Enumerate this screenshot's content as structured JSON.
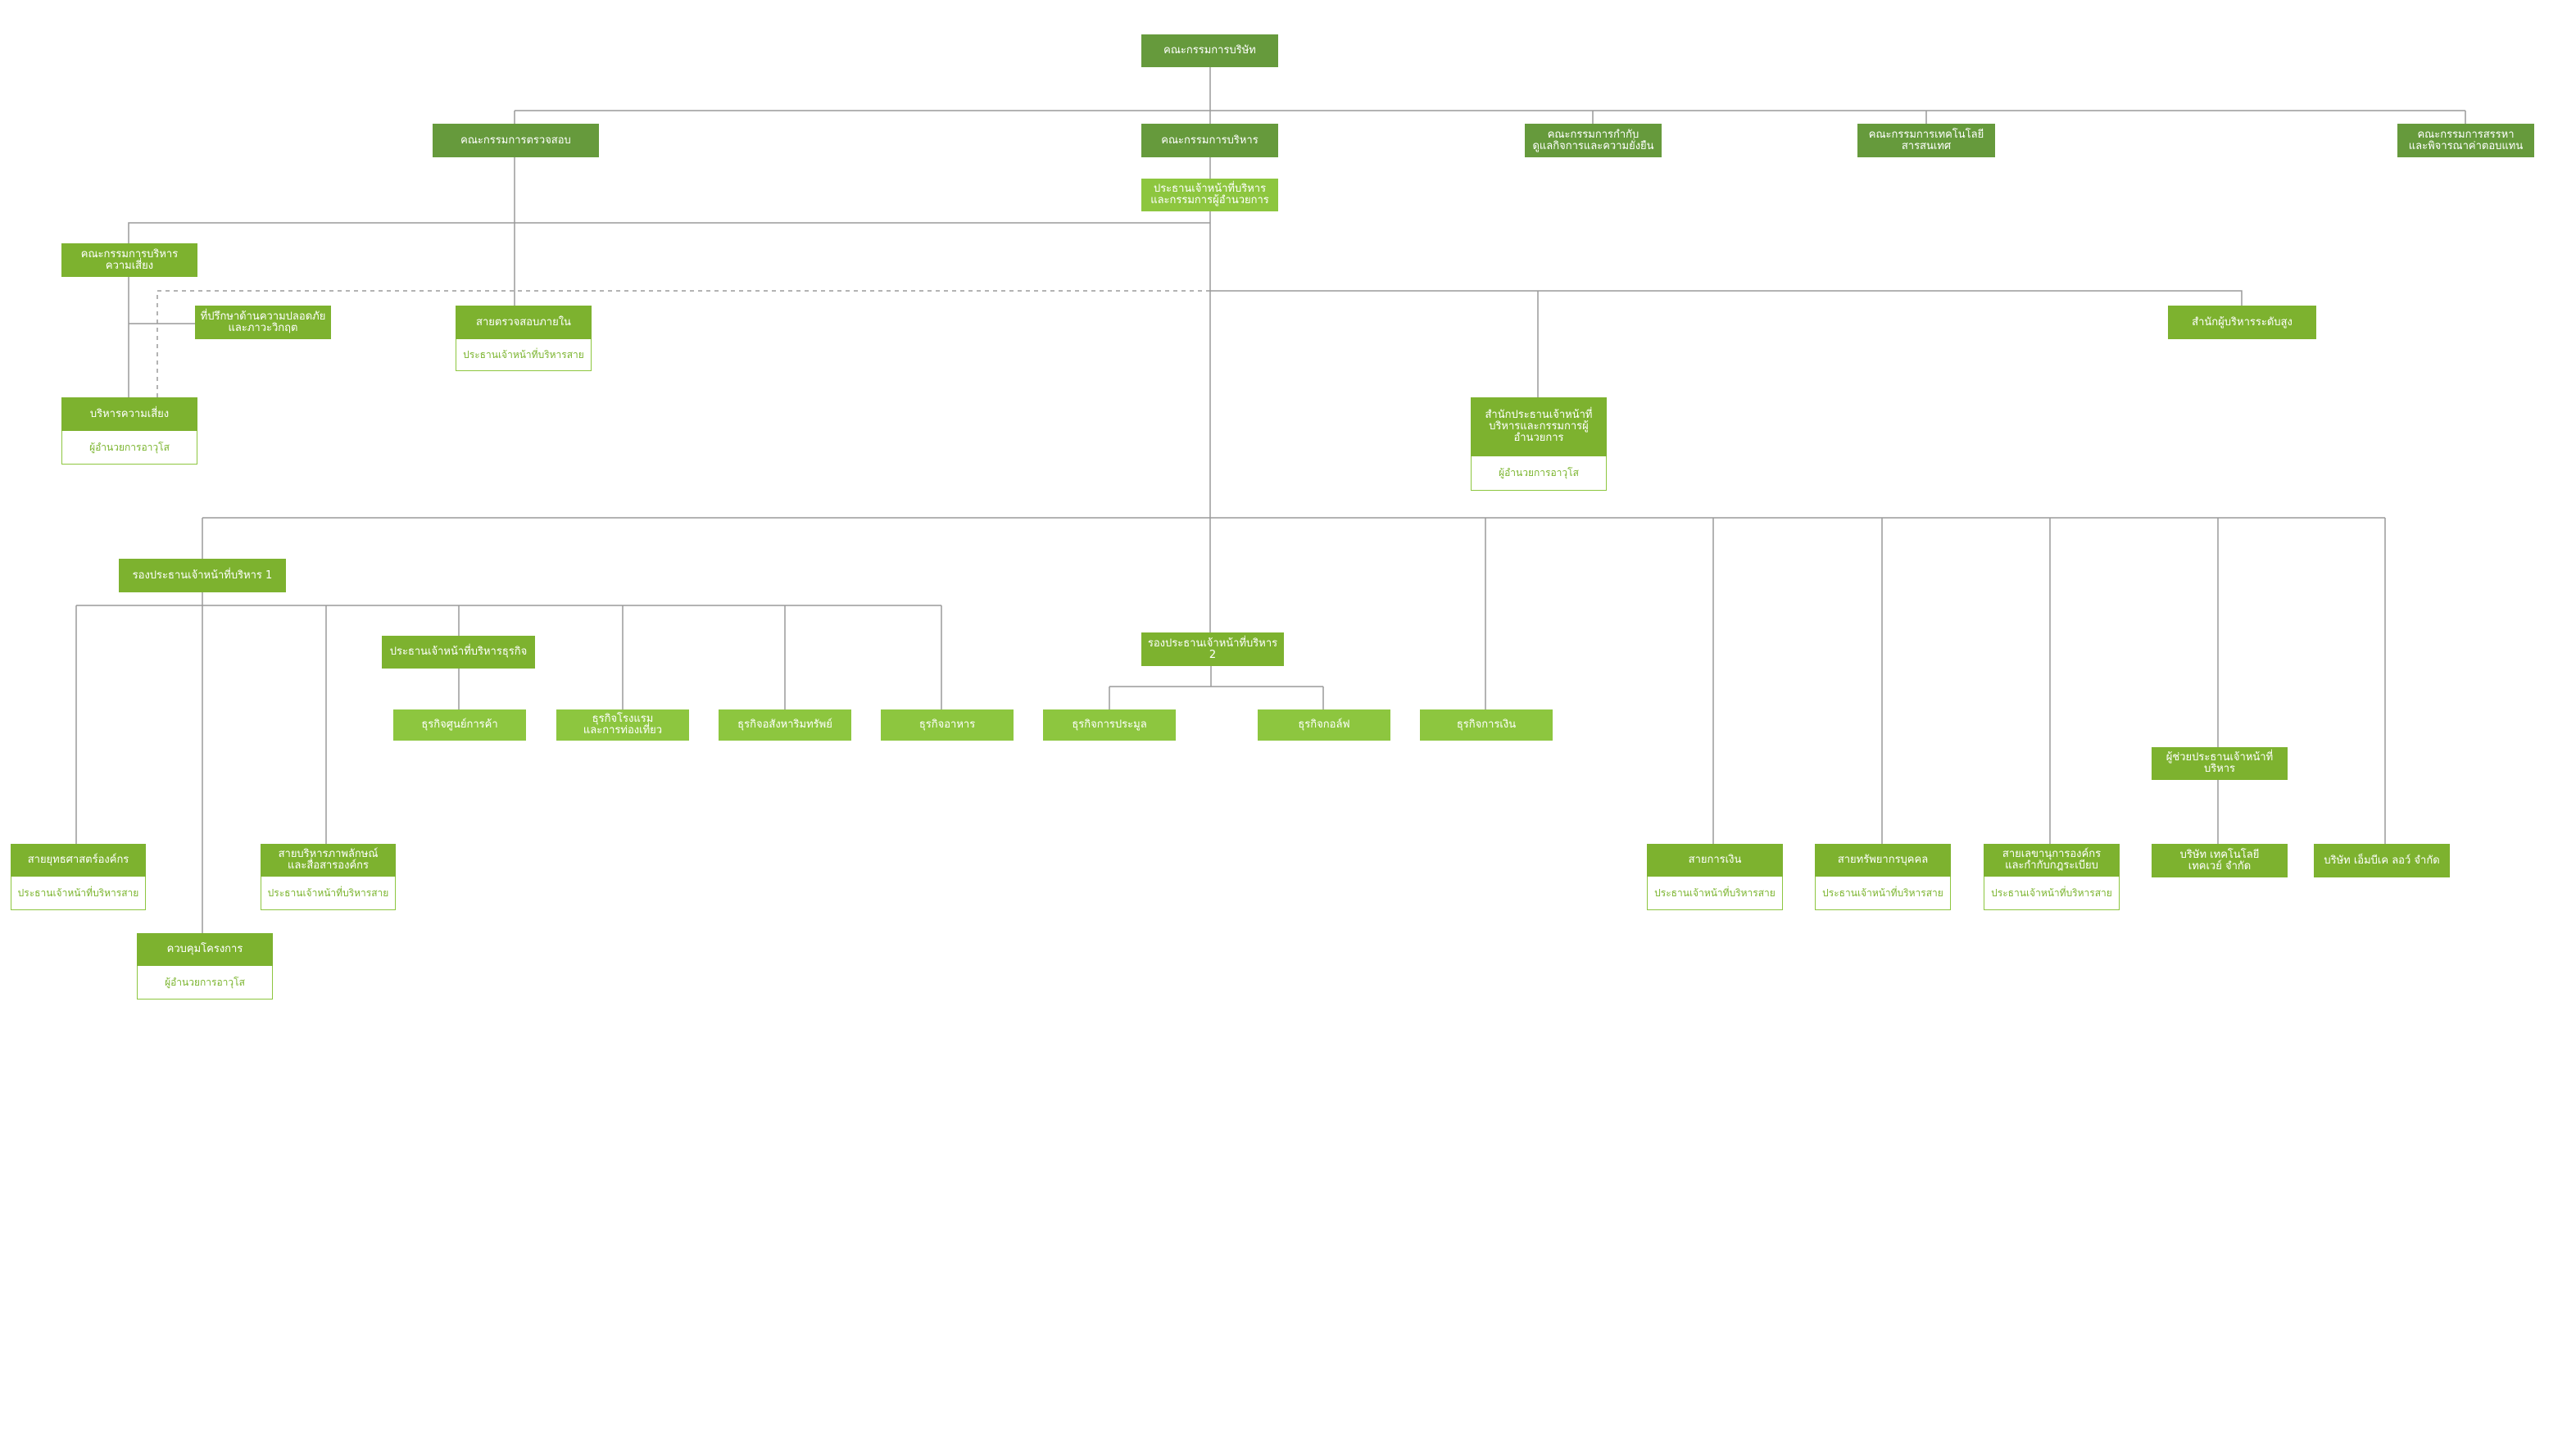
{
  "colors": {
    "dark": "#669a3c",
    "mid": "#7db22f",
    "light": "#8dc63f",
    "line": "#9a9a9a"
  },
  "nodes": {
    "board": "คณะกรรมการบริษัท",
    "audit_committee": "คณะกรรมการตรวจสอบ",
    "executive_committee": "คณะกรรมการบริหาร",
    "governance_committee": "คณะกรรมการกำกับ\nดูแลกิจการและความยั่งยืน",
    "it_committee": "คณะกรรมการเทคโนโลยี\nสารสนเทศ",
    "nomination_committee": "คณะกรรมการสรรหา\nและพิจารณาค่าตอบแทน",
    "ceo": "ประธานเจ้าหน้าที่บริหาร\nและกรรมการผู้อำนวยการ",
    "risk_committee": "คณะกรรมการบริหาร\nความเสี่ยง",
    "safety_advisor": "ที่ปรึกษาด้านความปลอดภัย\nและภาวะวิกฤต",
    "internal_audit": "สายตรวจสอบภายใน",
    "internal_audit_sub": "ประธานเจ้าหน้าที่บริหารสาย",
    "senior_exec_office": "สำนักผู้บริหารระดับสูง",
    "risk_mgmt": "บริหารความเสี่ยง",
    "risk_mgmt_sub": "ผู้อำนวยการอาวุโส",
    "ceo_office": "สำนักประธานเจ้าหน้าที่\nบริหารและกรรมการผู้\nอำนวยการ",
    "ceo_office_sub": "ผู้อำนวยการอาวุโส",
    "deputy_ceo_1": "รองประธานเจ้าหน้าที่บริหาร 1",
    "cbo": "ประธานเจ้าหน้าที่บริหารธุรกิจ",
    "deputy_ceo_2": "รองประธานเจ้าหน้าที่บริหาร 2",
    "biz_retail": "ธุรกิจศูนย์การค้า",
    "biz_hotel": "ธุรกิจโรงแรม\nและการท่องเที่ยว",
    "biz_property": "ธุรกิจอสังหาริมทรัพย์",
    "biz_food": "ธุรกิจอาหาร",
    "biz_expo": "ธุรกิจการประมูล",
    "biz_golf": "ธุรกิจกอล์ฟ",
    "biz_finance": "ธุรกิจการเงิน",
    "strategy": "สายยุทธศาสตร์องค์กร",
    "strategy_sub": "ประธานเจ้าหน้าที่บริหารสาย",
    "corp_image": "สายบริหารภาพลักษณ์\nและสื่อสารองค์กร",
    "corp_image_sub": "ประธานเจ้าหน้าที่บริหารสาย",
    "project_control": "ควบคุมโครงการ",
    "project_control_sub": "ผู้อำนวยการอาวุโส",
    "finance": "สายการเงิน",
    "finance_sub": "ประธานเจ้าหน้าที่บริหารสาย",
    "hr": "สายทรัพยากรบุคคล",
    "hr_sub": "ประธานเจ้าหน้าที่บริหารสาย",
    "legal": "สายเลขานุการองค์กร\nและกำกับกฎระเบียบ",
    "legal_sub": "ประธานเจ้าหน้าที่บริหารสาย",
    "assistant_ceo": "ผู้ช่วยประธานเจ้าหน้าที่บริหาร",
    "tech_company": "บริษัท เทคโนโลยี\nเทคเวย์ จำกัด",
    "one_company": "บริษัท เอ็มบีเค ลอว์ จำกัด"
  }
}
